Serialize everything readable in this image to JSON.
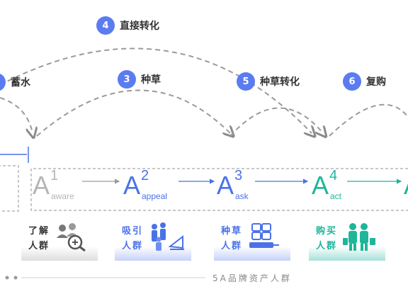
{
  "paths": [
    {
      "num": "4",
      "label": "直接转化"
    },
    {
      "num": "",
      "label": "蓄水"
    },
    {
      "num": "3",
      "label": "种草"
    },
    {
      "num": "5",
      "label": "种草转化"
    },
    {
      "num": "6",
      "label": "复购"
    }
  ],
  "stages": [
    {
      "letter": "A",
      "sup": "1",
      "sub": "aware",
      "color": "#b5b5b5"
    },
    {
      "letter": "A",
      "sup": "2",
      "sub": "appeal",
      "color": "#4a72e8"
    },
    {
      "letter": "A",
      "sup": "3",
      "sub": "ask",
      "color": "#4a72e8"
    },
    {
      "letter": "A",
      "sup": "4",
      "sub": "act",
      "color": "#1fb59a"
    },
    {
      "letter": "A",
      "sup": "",
      "sub": "",
      "color": "#1fb59a"
    }
  ],
  "groups": [
    {
      "line1": "了解",
      "line2": "人群",
      "icon": "magnifier-people-icon",
      "color": "#333333"
    },
    {
      "line1": "吸引",
      "line2": "人群",
      "icon": "attracted-people-icon",
      "color": "#4a72e8"
    },
    {
      "line1": "种草",
      "line2": "人群",
      "icon": "product-grid-icon",
      "color": "#4a72e8"
    },
    {
      "line1": "购买",
      "line2": "人群",
      "icon": "shoppers-icon",
      "color": "#1fb59a"
    }
  ],
  "footer": "5A品牌资产人群"
}
